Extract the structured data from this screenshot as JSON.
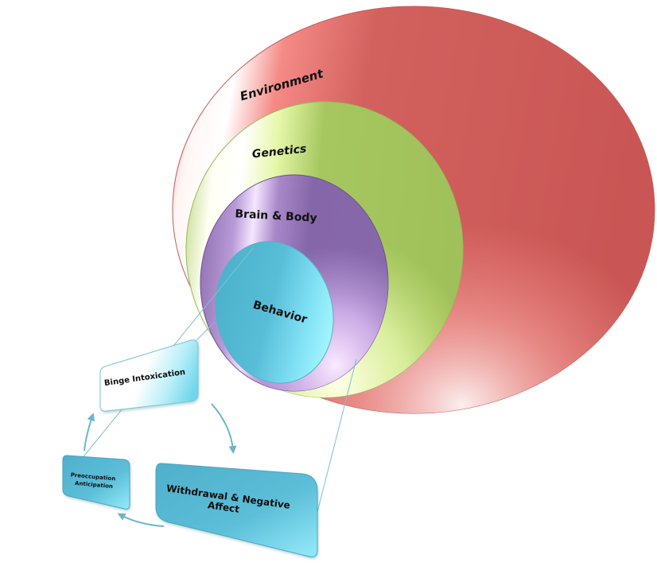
{
  "circles": [
    {
      "id": "environment",
      "label": "Environment",
      "color": "#cc5a58",
      "highlight": "#ffffff"
    },
    {
      "id": "genetics",
      "label": "Genetics",
      "color": "#a3c55e",
      "highlight": "#f3ffd0"
    },
    {
      "id": "brain_body",
      "label": "Brain & Body",
      "color": "#8566a8",
      "highlight": "#f4dcff"
    },
    {
      "id": "behavior",
      "label": "Behavior",
      "color": "#4eb3cd",
      "highlight": "#a2f3ff"
    }
  ],
  "cycle": {
    "stages": [
      {
        "id": "binge",
        "label": "Binge Intoxication"
      },
      {
        "id": "withdrawal",
        "label_line1": "Withdrawal & Negative",
        "label_line2": "Affect"
      },
      {
        "id": "preoccupation",
        "label_line1": "Preoccupation",
        "label_line2": "Anticipation"
      }
    ],
    "color": "#57b8d2",
    "arrow_color": "#6bb6cc",
    "connector_color": "#7fc0d0"
  }
}
